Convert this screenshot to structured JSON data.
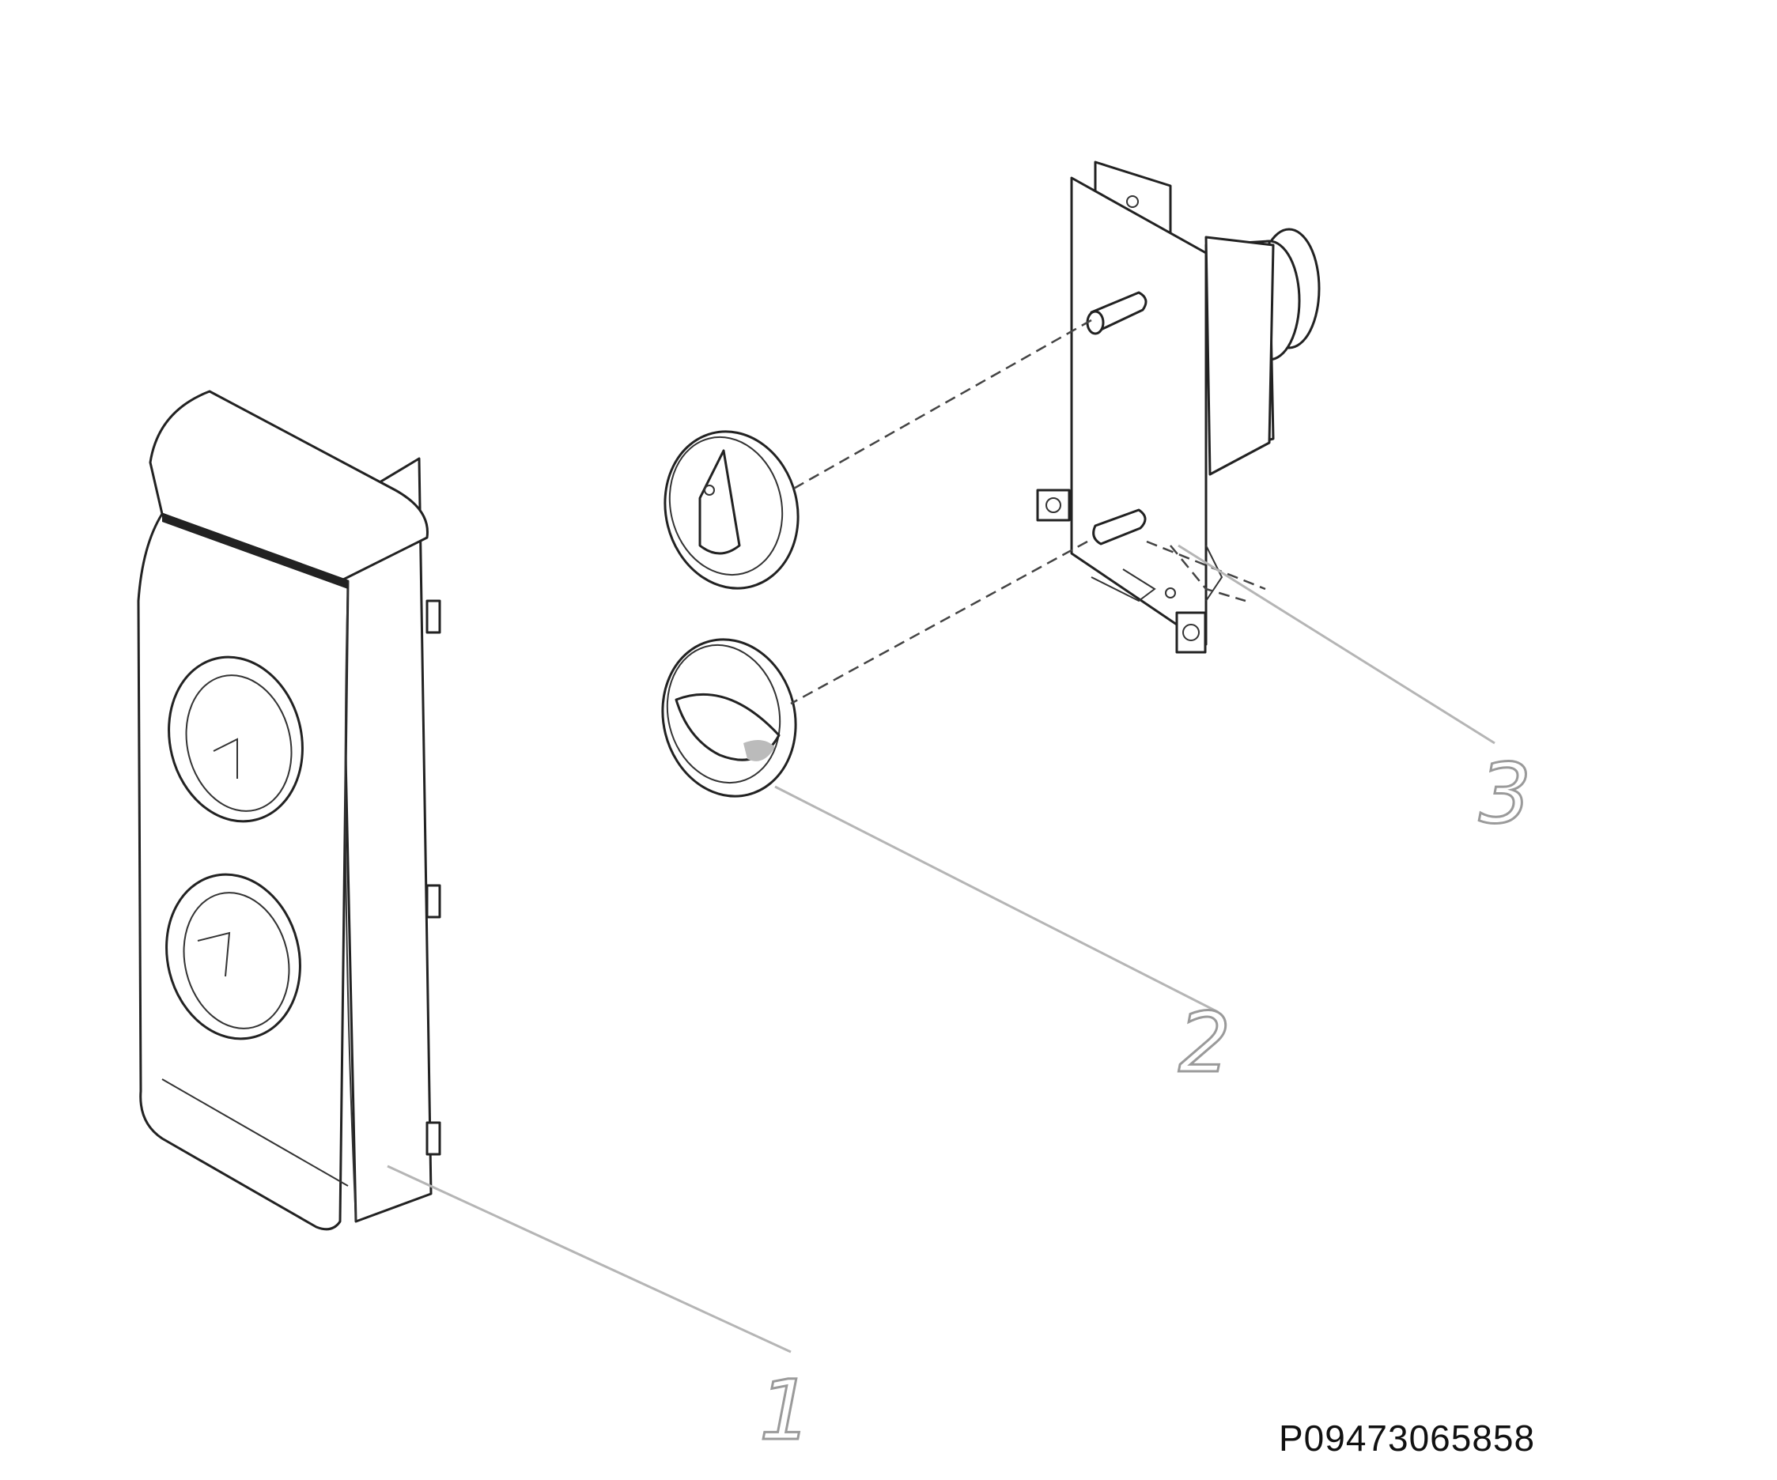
{
  "callouts": {
    "c1": "1",
    "c2": "2",
    "c3": "3"
  },
  "part_code": "P09473065858",
  "colors": {
    "ink": "#222222",
    "leader": "#b5b5b5",
    "background": "#ffffff"
  }
}
